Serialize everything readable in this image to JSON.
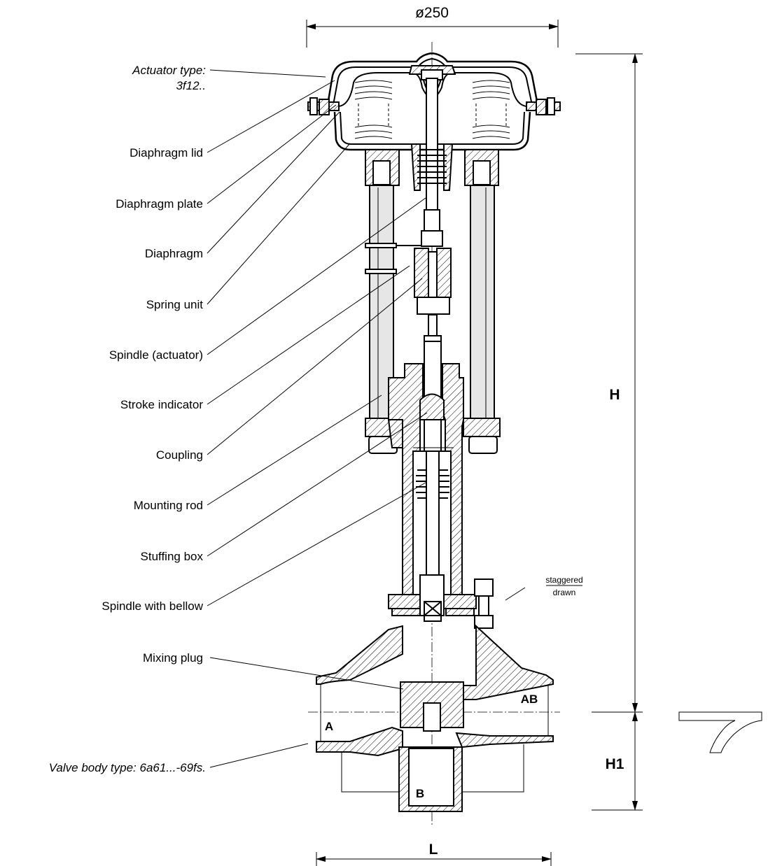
{
  "dimensions": {
    "diameter": "ø250",
    "height": "H",
    "height_lower": "H1",
    "length": "L"
  },
  "labels": {
    "actuator_type_line1": "Actuator type:",
    "actuator_type_line2": "3f12..",
    "diaphragm_lid": "Diaphragm lid",
    "diaphragm_plate": "Diaphragm plate",
    "diaphragm": "Diaphragm",
    "spring_unit": "Spring unit",
    "spindle_actuator": "Spindle (actuator)",
    "stroke_indicator": "Stroke indicator",
    "coupling": "Coupling",
    "mounting_rod": "Mounting rod",
    "stuffing_box": "Stuffing box",
    "spindle_with_bellow": "Spindle with bellow",
    "mixing_plug": "Mixing plug",
    "valve_body_type": "Valve body type: 6a61...-69fs."
  },
  "ports": {
    "a": "A",
    "ab": "AB",
    "b": "B"
  },
  "note": {
    "line1": "staggered",
    "line2": "drawn"
  },
  "colors": {
    "line": "#000000",
    "background": "#ffffff",
    "hatch": "#000000",
    "fill": "#e6e6e6"
  },
  "icons": [
    "mixing-valve-symbol-icon"
  ]
}
